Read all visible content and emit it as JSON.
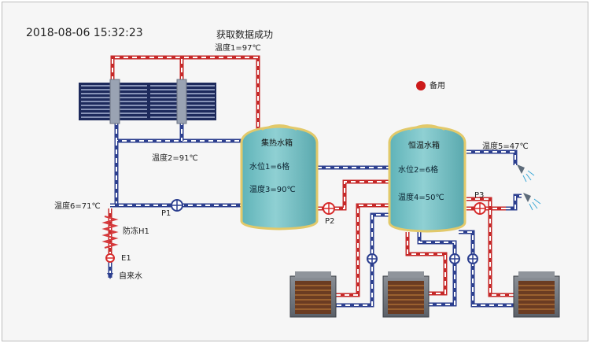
{
  "header": {
    "timestamp": "2018-08-06 15:32:23",
    "status": "获取数据成功"
  },
  "readings": {
    "temp1": "温度1=97℃",
    "temp2": "温度2=91℃",
    "temp5": "温度5=47℃",
    "temp6": "温度6=71℃"
  },
  "legend": {
    "standby": "备用",
    "standby_color": "#cc1a1a"
  },
  "tanks": {
    "collector": {
      "title": "集热水箱",
      "level": "水位1=6格",
      "temp": "温度3=90℃"
    },
    "constant": {
      "title": "恒温水箱",
      "level": "水位2=6格",
      "temp": "温度4=50℃"
    }
  },
  "pumps": {
    "p1": "P1",
    "p2": "P2",
    "p3": "P3"
  },
  "inlet": {
    "antifreeze": "防冻H1",
    "e1": "E1",
    "tap_water": "自来水"
  },
  "colors": {
    "hot_pipe": "#c62828",
    "cold_pipe": "#2c3f8f",
    "tank_fill": "#7cc4c8",
    "tank_border": "#e2c96a",
    "pump_blue": "#2c3f8f",
    "pump_red": "#d62b2b"
  }
}
